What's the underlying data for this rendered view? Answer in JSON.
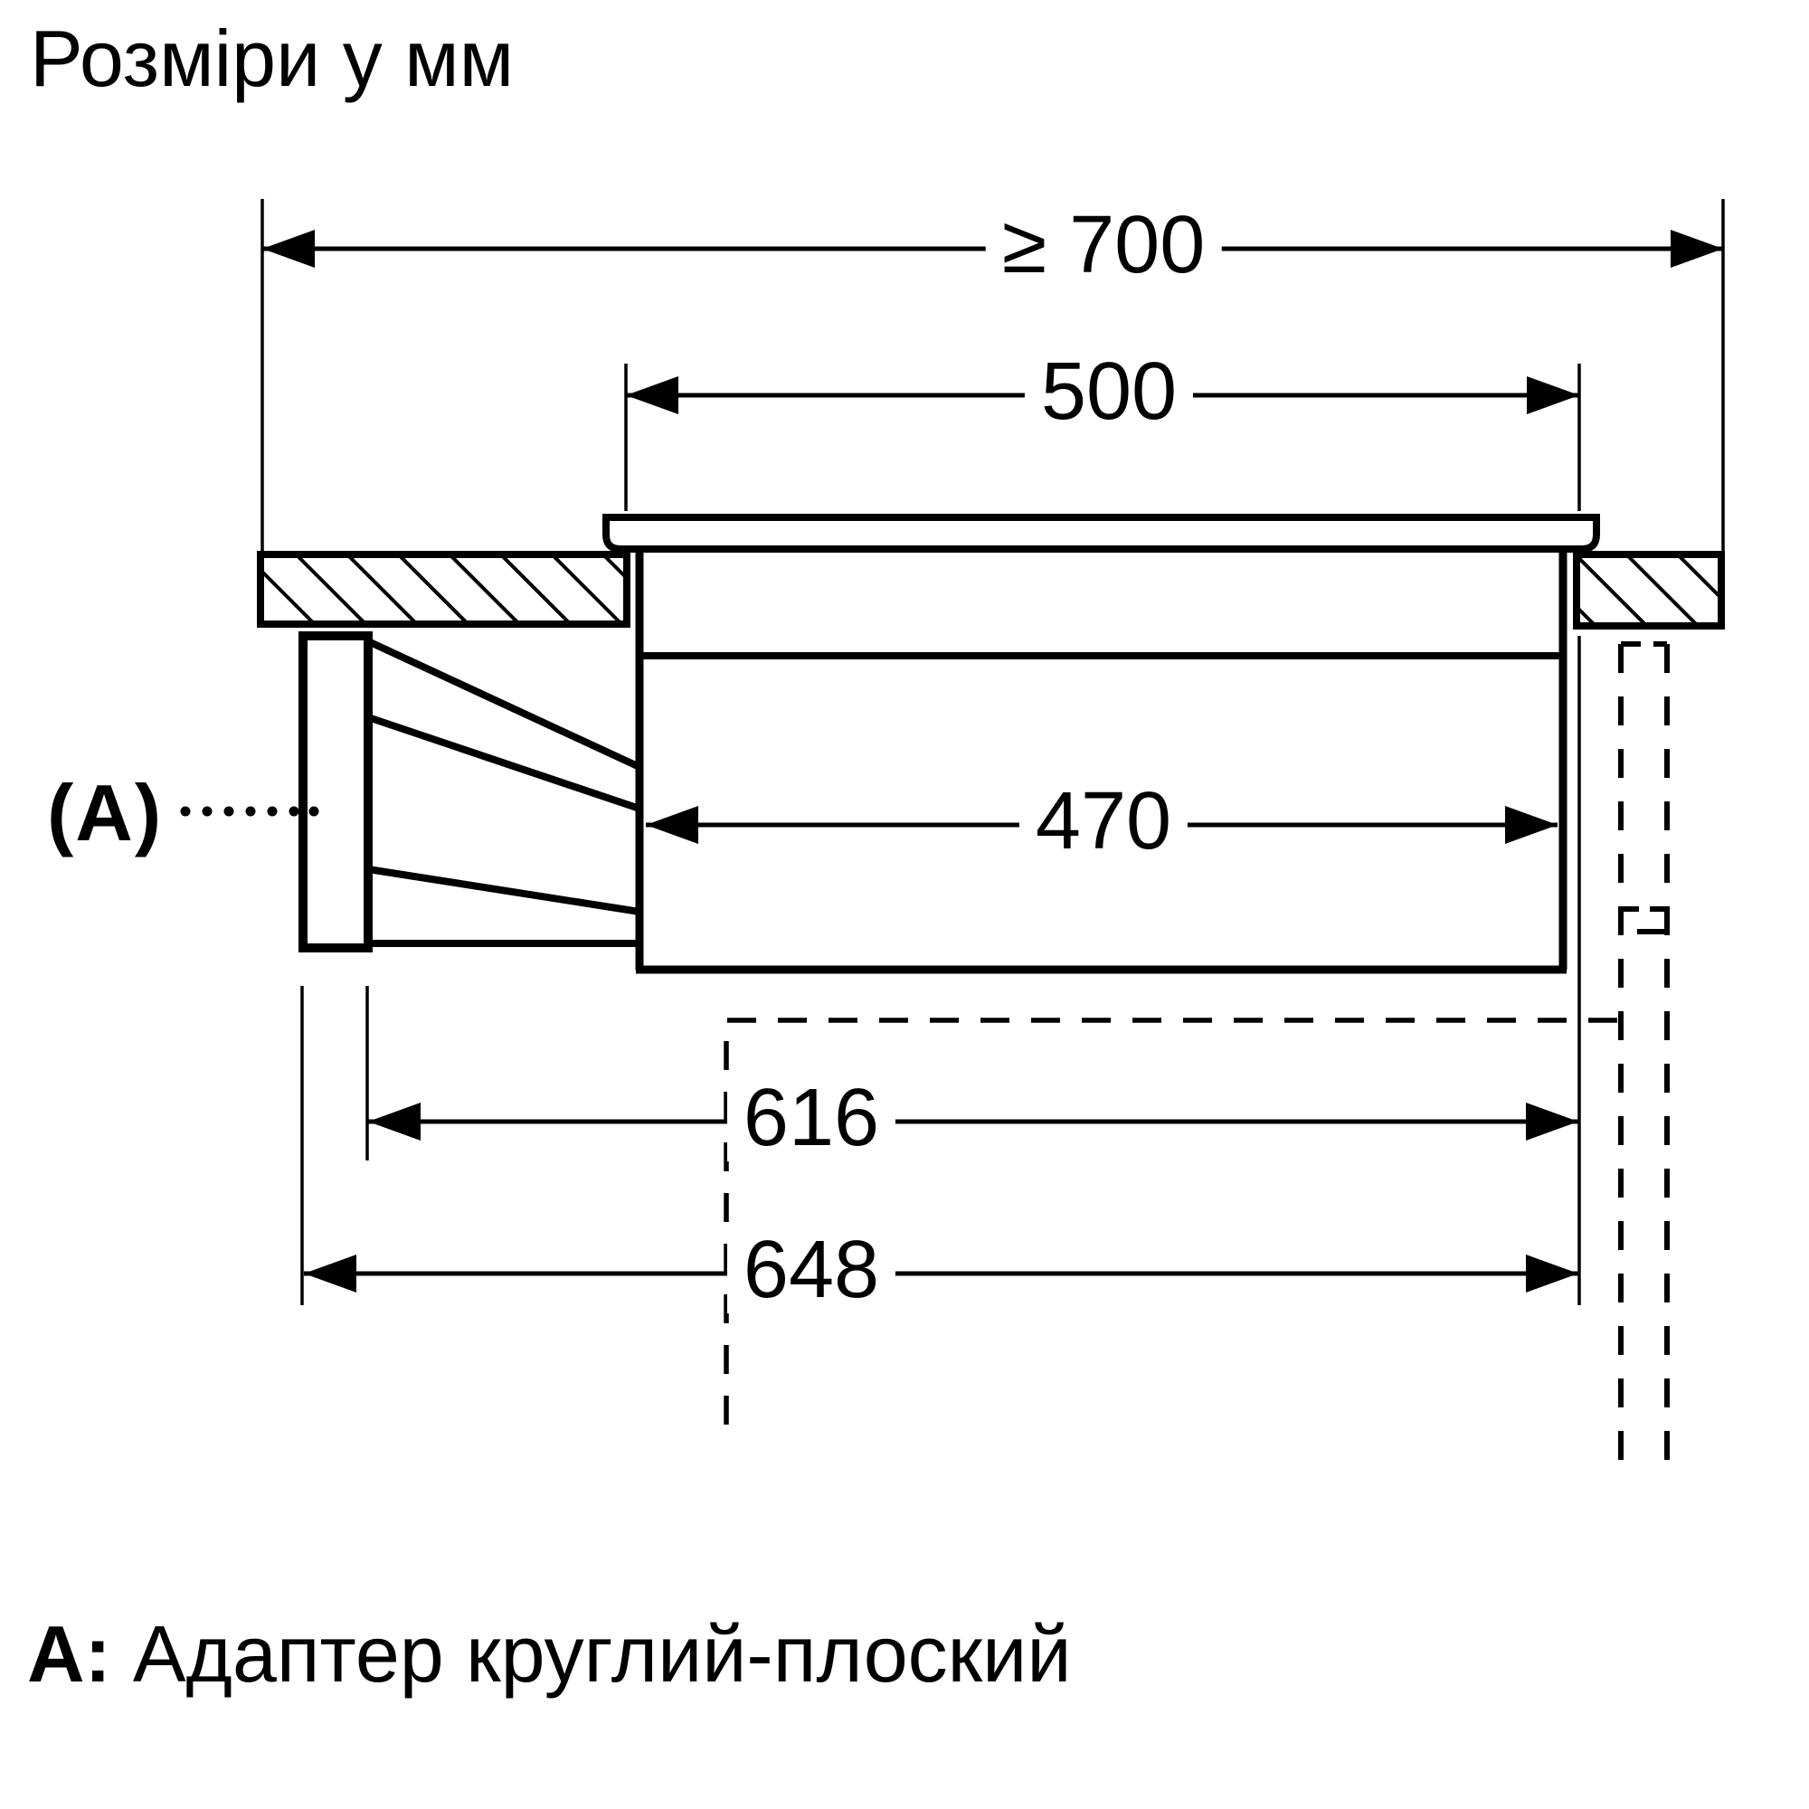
{
  "title": "Розміри у мм",
  "dimensions": {
    "worktop_min_depth": {
      "label": "≥ 700"
    },
    "cutout_width": {
      "label": "500"
    },
    "body_width": {
      "label": "470"
    },
    "duct_offset_inner": {
      "label": "616"
    },
    "duct_offset_outer": {
      "label": "648"
    }
  },
  "legend": {
    "marker": "(A)",
    "key": "A:",
    "description": "Адаптер круглий-плоский"
  },
  "colors": {
    "line": "#000000",
    "background": "#ffffff"
  }
}
